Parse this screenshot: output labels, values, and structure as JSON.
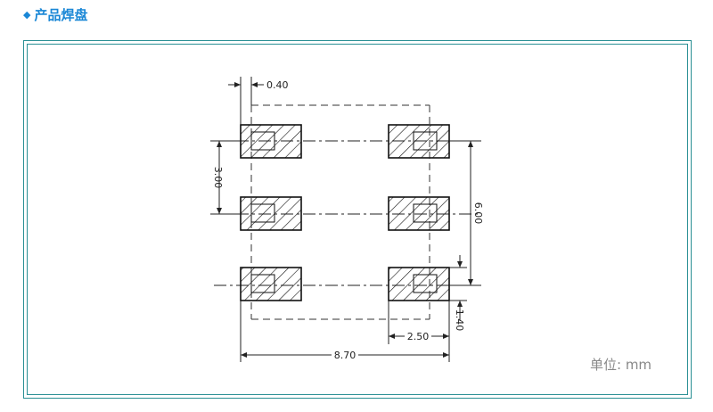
{
  "section": {
    "title": "产品焊盘",
    "bullet_icon": "diamond-icon",
    "color": "#1a87d6"
  },
  "frame": {
    "border_color": "#2a8f94"
  },
  "drawing": {
    "dimensions": {
      "pad_offset": "0.40",
      "pad_pitch_vertical": "3.00",
      "pad_rows_span": "6.00",
      "pad_height": "1.40",
      "pad_width": "2.50",
      "overall_width": "8.70"
    },
    "unit_note": "单位:  mm"
  }
}
